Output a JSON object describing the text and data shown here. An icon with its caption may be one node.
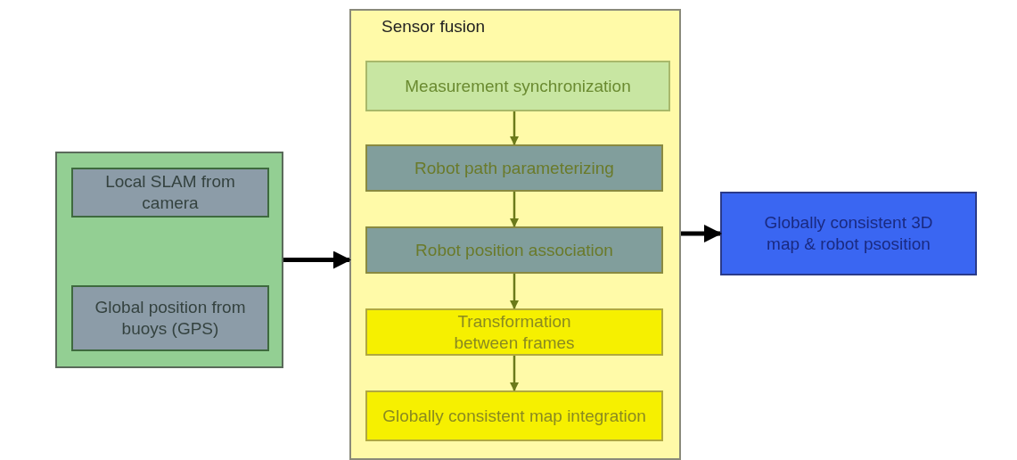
{
  "diagram": {
    "nodes": [
      {
        "text": [],
        "shape": "box"
      },
      {
        "text": [
          "Local SLAM from camera"
        ],
        "in": 0
      },
      {
        "text": [
          "Global position from buoys (GPS)"
        ],
        "in": 0
      },
      {
        "text": [
          "Sensor fusion"
        ]
      },
      {
        "text": [
          "Measurement synchronization"
        ],
        "in": 3
      },
      {
        "text": [
          "Robot path parameterizing"
        ],
        "in": 3
      },
      {
        "text": [
          "Robot position association"
        ],
        "in": 3
      },
      {
        "text": [
          "Transformation between frames"
        ],
        "in": 3
      },
      {
        "text": [
          "Globally consistent map integration"
        ],
        "in": 3
      },
      {
        "text": [
          "Globally consistent 3D map & robot psosition"
        ]
      }
    ],
    "edges": [
      {
        "from": 0,
        "to": 3,
        "arrow": "to",
        "style": "thick",
        "color": "#000000"
      },
      {
        "from": 4,
        "to": 5,
        "arrow": "to"
      },
      {
        "from": 5,
        "to": 6,
        "arrow": "to"
      },
      {
        "from": 6,
        "to": 7,
        "arrow": "to"
      },
      {
        "from": 7,
        "to": 8,
        "arrow": "to"
      },
      {
        "from": 3,
        "to": 9,
        "arrow": "to",
        "style": "thick",
        "color": "#000000"
      }
    ]
  }
}
